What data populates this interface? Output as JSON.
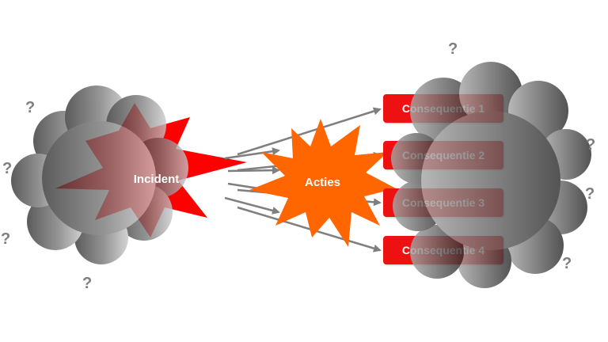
{
  "incident": {
    "label": "Incident"
  },
  "acties": {
    "label": "Acties"
  },
  "consequences": [
    {
      "label": "Consequentie 1"
    },
    {
      "label": "Consequentie 2"
    },
    {
      "label": "Consequentie 3"
    },
    {
      "label": "Consequentie 4"
    }
  ],
  "question_marks": [
    "?",
    "?",
    "?",
    "?",
    "?",
    "?",
    "?",
    "?",
    "?"
  ],
  "colors": {
    "incident_burst": "#ff0000",
    "acties_burst": "#ff6600",
    "consequence_box": "#ee1111",
    "cloud_dark": "#333333",
    "cloud_light": "#c8c8c8",
    "arrow": "#7f7f7f",
    "question_mark": "#7f7f7f"
  },
  "icons": [
    "cloud-icon",
    "explosion-icon",
    "arrow-icon"
  ]
}
